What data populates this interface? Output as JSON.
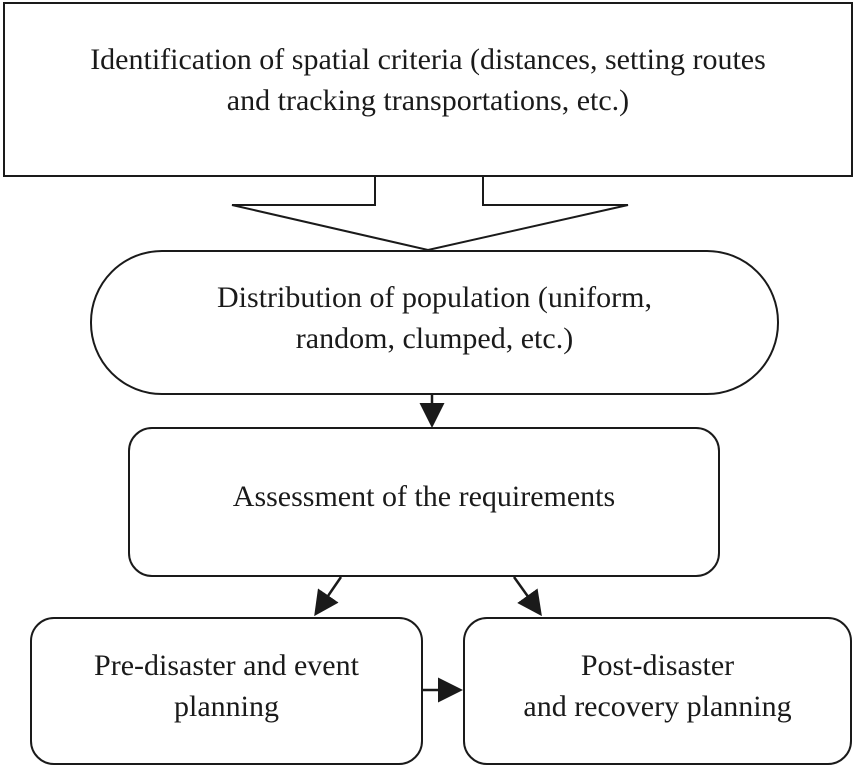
{
  "diagram": {
    "nodes": {
      "criteria": {
        "line1": "Identification of spatial criteria (distances, setting routes",
        "line2": "and tracking transportations, etc.)"
      },
      "distribution": {
        "line1": "Distribution of population (uniform,",
        "line2": "random, clumped, etc.)"
      },
      "assessment": {
        "line1": "Assessment of the requirements"
      },
      "pre_disaster": {
        "line1": "Pre-disaster and event",
        "line2": "planning"
      },
      "post_disaster": {
        "line1": "Post-disaster",
        "line2": "and recovery planning"
      }
    },
    "edges": [
      {
        "from": "criteria",
        "to": "distribution",
        "style": "wide-block-arrow"
      },
      {
        "from": "distribution",
        "to": "assessment",
        "style": "arrow"
      },
      {
        "from": "assessment",
        "to": "pre_disaster",
        "style": "arrow"
      },
      {
        "from": "assessment",
        "to": "post_disaster",
        "style": "arrow"
      },
      {
        "from": "pre_disaster",
        "to": "post_disaster",
        "style": "arrow"
      }
    ],
    "colors": {
      "stroke": "#1a1a1a",
      "fill": "#ffffff"
    }
  }
}
